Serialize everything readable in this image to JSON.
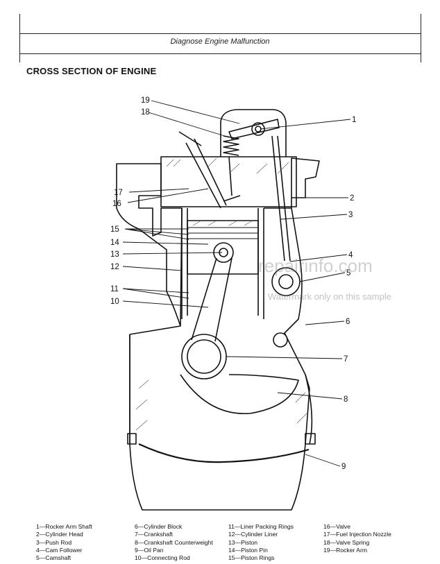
{
  "header": {
    "section_title": "Diagnose Engine Malfunction"
  },
  "figure": {
    "title": "CROSS SECTION OF ENGINE"
  },
  "callouts": [
    "19",
    "18",
    "1",
    "17",
    "16",
    "2",
    "3",
    "15",
    "14",
    "13",
    "4",
    "5",
    "12",
    "11",
    "10",
    "6",
    "7",
    "8",
    "9"
  ],
  "legend": {
    "col1": [
      "1—Rocker Arm Shaft",
      "2—Cylinder Head",
      "3—Push Rod",
      "4—Cam Follower",
      "5—Camshaft"
    ],
    "col2": [
      "6—Cylinder Block",
      "7—Crankshaft",
      "8—Crankshaft Counterweight",
      "9—Oil Pan",
      "10—Connecting Rod"
    ],
    "col3": [
      "11—Liner Packing Rings",
      "12—Cylinder Liner",
      "13—Piston",
      "14—Piston Pin",
      "15—Piston Rings"
    ],
    "col4": [
      "16—Valve",
      "17—Fuel Injection Nozzle",
      "18—Valve Spring",
      "19—Rocker Arm"
    ]
  },
  "watermark": {
    "site": "repairinfo.com",
    "note": "Watermark only on this sample"
  }
}
